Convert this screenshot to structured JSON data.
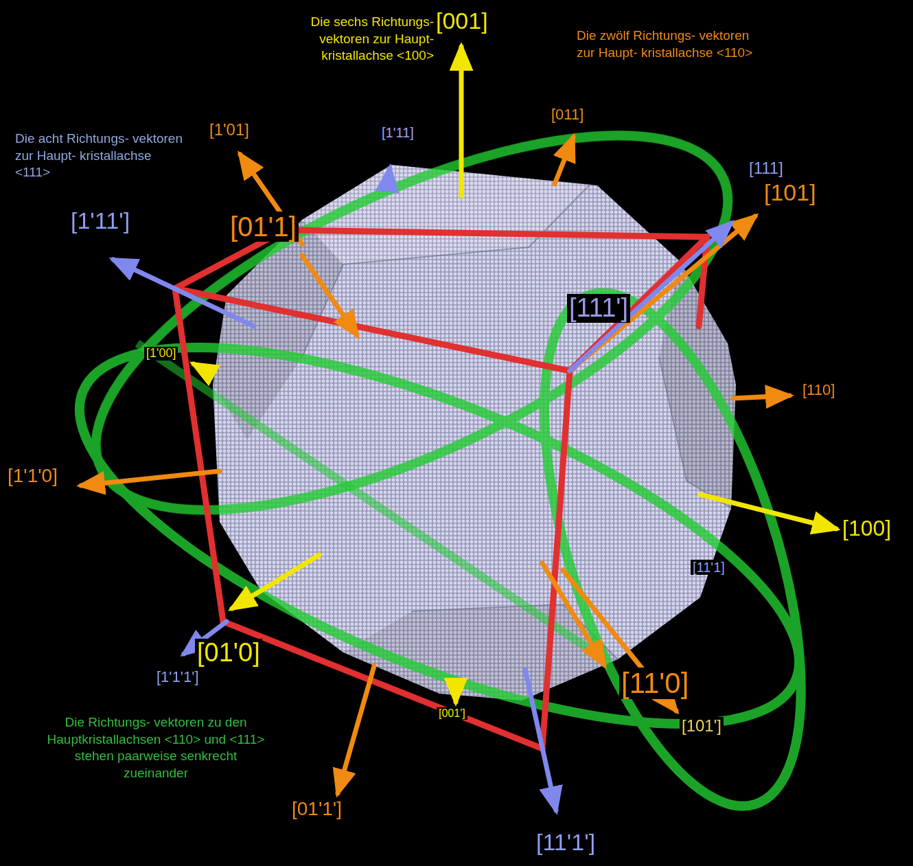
{
  "diagram": {
    "labels": [
      "Die sechs Richtungs- vektoren zur Haupt- kristallachse <100>",
      "Die zwölf Richtungs- vektoren zur Haupt- kristallachse <110>",
      "Die acht Richtungs- vektoren zur Haupt- kristallachse <111>",
      "Die Richtungs- vektoren zu den Hauptkristallachsen <110> und <111> stehen paarweise senkrecht zueinander",
      "[001]",
      "[1'11]",
      "[011]",
      "[1'01]",
      "[111]",
      "[101]",
      "[1'11']",
      "[01'1]",
      "[111']",
      "[1'00]",
      "[110]",
      "[1'1'0]",
      "[100]",
      "[11'1]",
      "[01'0]",
      "[1'1'1']",
      "[11'0]",
      "[101']",
      "[001']",
      "[01'1']",
      "[11'1']"
    ]
  }
}
